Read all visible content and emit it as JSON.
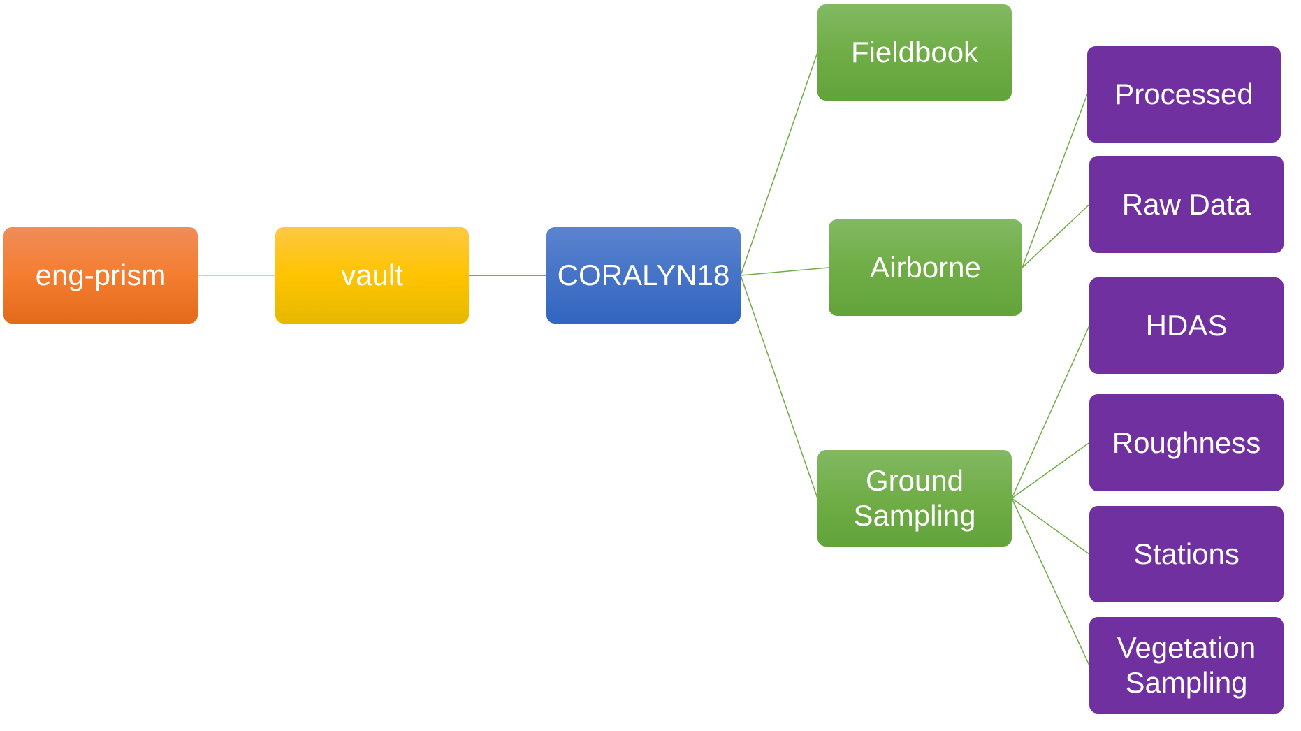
{
  "diagram": {
    "type": "hierarchy-tree",
    "colors": {
      "orange": "#ED7D31",
      "yellow": "#FFC000",
      "blue": "#4472C4",
      "green": "#70AD47",
      "purple": "#7030A0",
      "text": "#FFFFFF"
    },
    "nodes": {
      "eng_prism": {
        "label": "eng-prism",
        "color": "orange"
      },
      "vault": {
        "label": "vault",
        "color": "yellow"
      },
      "coralyn18": {
        "label": "CORALYN18",
        "color": "blue"
      },
      "fieldbook": {
        "label": "Fieldbook",
        "color": "green"
      },
      "airborne": {
        "label": "Airborne",
        "color": "green"
      },
      "ground_sampling": {
        "label": "Ground\nSampling",
        "color": "green"
      },
      "processed": {
        "label": "Processed",
        "color": "purple"
      },
      "raw_data": {
        "label": "Raw Data",
        "color": "purple"
      },
      "hdas": {
        "label": "HDAS",
        "color": "purple"
      },
      "roughness": {
        "label": "Roughness",
        "color": "purple"
      },
      "stations": {
        "label": "Stations",
        "color": "purple"
      },
      "vegetation_sampling": {
        "label": "Vegetation\nSampling",
        "color": "purple"
      }
    },
    "edges": [
      {
        "from": "eng_prism",
        "to": "vault",
        "color": "yellow"
      },
      {
        "from": "vault",
        "to": "coralyn18",
        "color": "blue"
      },
      {
        "from": "coralyn18",
        "to": "fieldbook",
        "color": "green"
      },
      {
        "from": "coralyn18",
        "to": "airborne",
        "color": "green"
      },
      {
        "from": "coralyn18",
        "to": "ground_sampling",
        "color": "green"
      },
      {
        "from": "airborne",
        "to": "processed",
        "color": "green"
      },
      {
        "from": "airborne",
        "to": "raw_data",
        "color": "green"
      },
      {
        "from": "ground_sampling",
        "to": "hdas",
        "color": "green"
      },
      {
        "from": "ground_sampling",
        "to": "roughness",
        "color": "green"
      },
      {
        "from": "ground_sampling",
        "to": "stations",
        "color": "green"
      },
      {
        "from": "ground_sampling",
        "to": "vegetation_sampling",
        "color": "green"
      }
    ]
  }
}
